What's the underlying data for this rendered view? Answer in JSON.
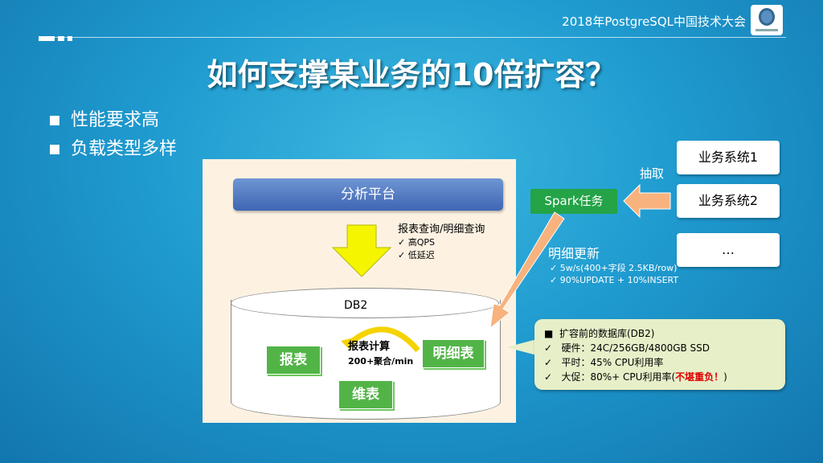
{
  "header": {
    "conference": "2018年PostgreSQL中国技术大会",
    "logo_icon": "postgresql-elephant-logo"
  },
  "title": "如何支撑某业务的10倍扩容？",
  "bullets": [
    "性能要求高",
    "负载类型多样"
  ],
  "diagram": {
    "platform": "分析平台",
    "query": {
      "label": "报表查询/明细查询",
      "items": [
        "高QPS",
        "低延迟"
      ]
    },
    "db": "DB2",
    "calc": {
      "label": "报表计算",
      "agg": "200+聚合/min"
    },
    "tables": {
      "report": "报表",
      "detail": "明细表",
      "dim": "维表"
    },
    "spark": "Spark任务",
    "extract": "抽取",
    "systems": [
      "业务系统1",
      "业务系统2",
      "…"
    ],
    "detail_update": {
      "label": "明细更新",
      "items": [
        "5w/s(400+字段 2.5KB/row)",
        "90%UPDATE + 10%INSERT"
      ]
    },
    "callout": {
      "heading": "扩容前的数据库(DB2)",
      "hardware": "硬件：24C/256GB/4800GB SSD",
      "normal": "平时：45% CPU利用率",
      "promo_prefix": "大促：80%+ CPU利用率(",
      "promo_alert": "不堪重负！",
      "promo_suffix": ")"
    }
  },
  "colors": {
    "background": "#1f9bd0",
    "green": "#52b447",
    "arrow_yellow": "#f5f500",
    "arrow_orange": "#f8b27d",
    "alert_red": "#e00000"
  }
}
